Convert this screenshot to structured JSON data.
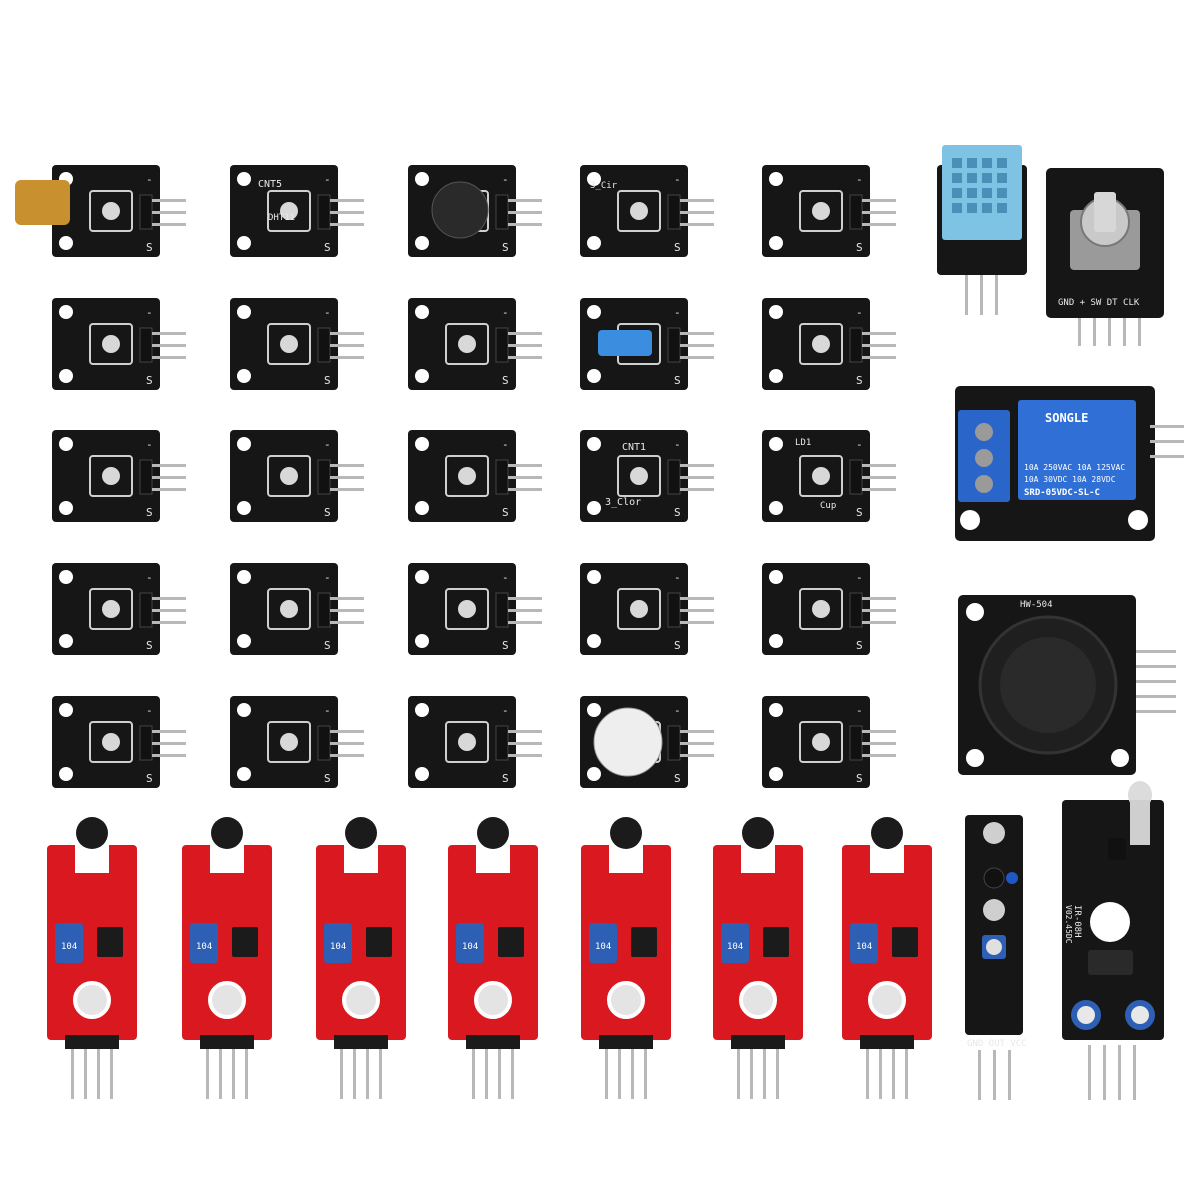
{
  "image": {
    "background": "#ffffff",
    "colors": {
      "black_pcb": "#161616",
      "red_pcb": "#d9181f",
      "blue_sensor": "#7fc3e4",
      "relay_blue": "#2f6fd6",
      "terminal_blue": "#2a66c9",
      "pot_blue": "#2d5fb5",
      "pin_metal": "#b8b8b8",
      "joystick_cap": "#1f1f1f",
      "laser_brass": "#c8902e"
    },
    "labels": {
      "cnt5": "CNT5",
      "dht11": "DHT11",
      "cir3": "3_Cir",
      "cnt1": "CNT1",
      "clor3": "3_Clor",
      "ld1": "LD1",
      "cup": "Cup",
      "relay_brand": "SONGLE",
      "relay_line1": "10A 250VAC  10A 125VAC",
      "relay_line2": "10A 30VDC   10A 28VDC",
      "relay_model": "SRD-05VDC-SL-C",
      "joystick_model": "HW-504",
      "encoder_pins": "GND + SW DT CLK",
      "pot_code": "104",
      "tracking_pins": "GND OUT VCC",
      "ir_model": "IR-08H",
      "ir_voltage": "V02.45DC",
      "pin_s": "S",
      "pin_minus": "-"
    }
  }
}
